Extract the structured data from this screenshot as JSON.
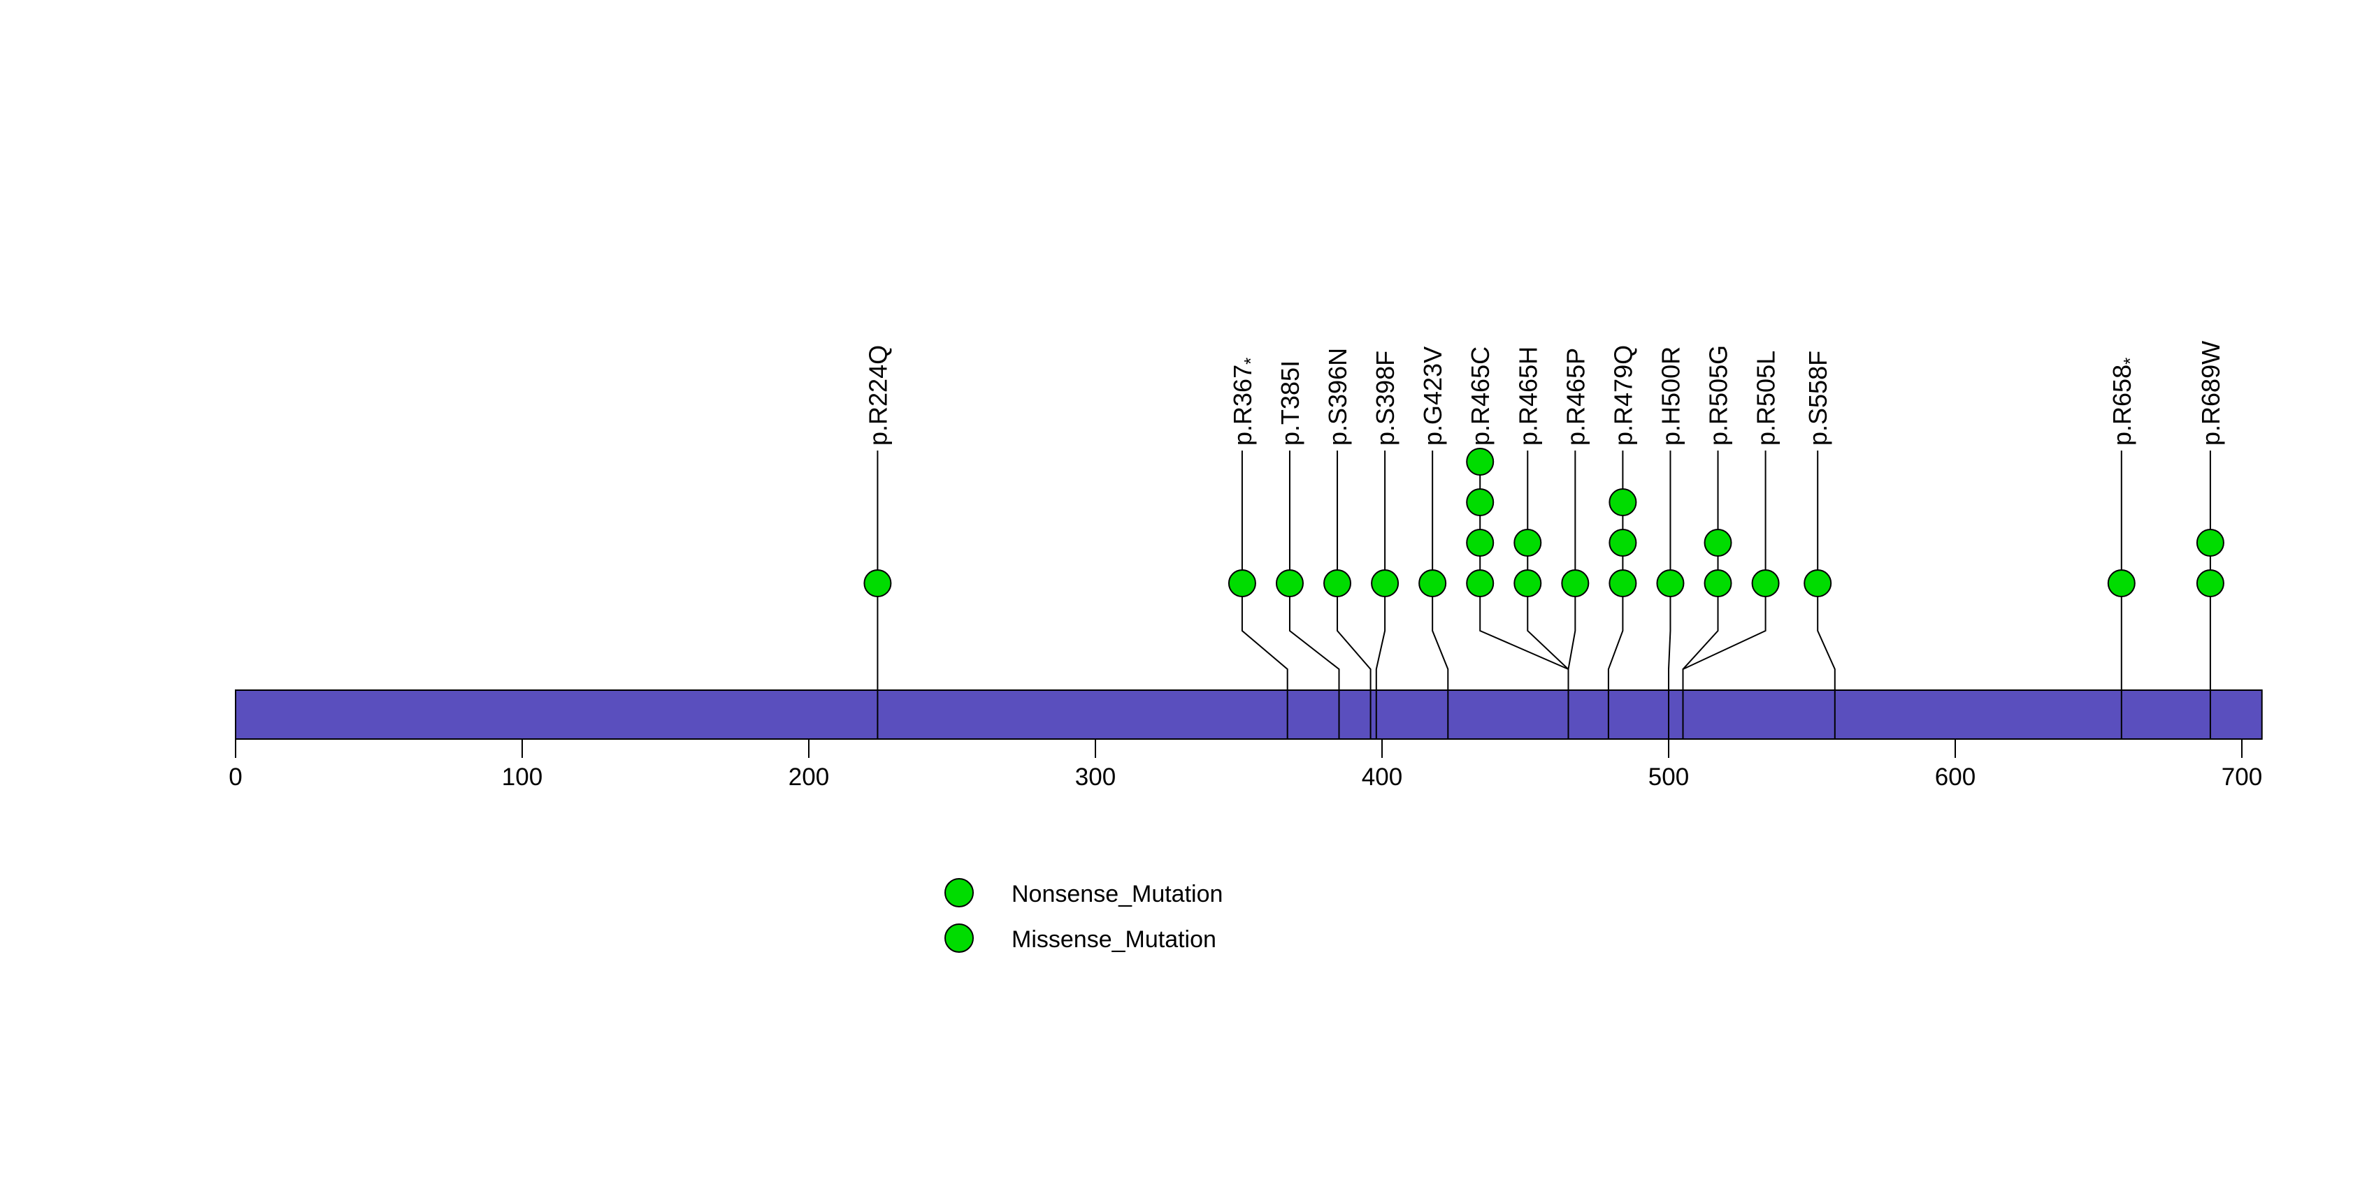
{
  "chart_data": {
    "type": "lollipop",
    "title": "",
    "xlabel": "",
    "ylabel": "",
    "grid": false,
    "background_color": "#FFFFFF",
    "line_color": "#000000",
    "point_color": "#00DC00",
    "point_stroke": "#000000",
    "xaxis": {
      "min": 0,
      "max": 707,
      "ticks": [
        0,
        100,
        200,
        300,
        400,
        500,
        600,
        700
      ]
    },
    "protein_bar": {
      "start": 0,
      "end": 707,
      "color": "#5A4FBE",
      "stroke": "#000000"
    },
    "mutations": [
      {
        "label": "p.R224Q",
        "main": "p.R224Q",
        "suffix": "",
        "position": 224,
        "label_anchor": 224.0,
        "count": 1,
        "mutation_type": "Missense_Mutation"
      },
      {
        "label": "p.R367*",
        "main": "p.R367",
        "suffix": "*",
        "position": 367,
        "label_anchor": 351.2,
        "count": 1,
        "mutation_type": "Nonsense_Mutation"
      },
      {
        "label": "p.T385I",
        "main": "p.T385I",
        "suffix": "",
        "position": 385,
        "label_anchor": 367.8,
        "count": 1,
        "mutation_type": "Missense_Mutation"
      },
      {
        "label": "p.S396N",
        "main": "p.S396N",
        "suffix": "",
        "position": 396,
        "label_anchor": 384.4,
        "count": 1,
        "mutation_type": "Missense_Mutation"
      },
      {
        "label": "p.S398F",
        "main": "p.S398F",
        "suffix": "",
        "position": 398,
        "label_anchor": 401.0,
        "count": 1,
        "mutation_type": "Missense_Mutation"
      },
      {
        "label": "p.G423V",
        "main": "p.G423V",
        "suffix": "",
        "position": 423,
        "label_anchor": 417.6,
        "count": 1,
        "mutation_type": "Missense_Mutation"
      },
      {
        "label": "p.R465C",
        "main": "p.R465C",
        "suffix": "",
        "position": 465,
        "label_anchor": 434.2,
        "count": 4,
        "mutation_type": "Missense_Mutation"
      },
      {
        "label": "p.R465H",
        "main": "p.R465H",
        "suffix": "",
        "position": 465,
        "label_anchor": 450.8,
        "count": 2,
        "mutation_type": "Missense_Mutation"
      },
      {
        "label": "p.R465P",
        "main": "p.R465P",
        "suffix": "",
        "position": 465,
        "label_anchor": 467.4,
        "count": 1,
        "mutation_type": "Missense_Mutation"
      },
      {
        "label": "p.R479Q",
        "main": "p.R479Q",
        "suffix": "",
        "position": 479,
        "label_anchor": 484.0,
        "count": 3,
        "mutation_type": "Missense_Mutation"
      },
      {
        "label": "p.H500R",
        "main": "p.H500R",
        "suffix": "",
        "position": 500,
        "label_anchor": 500.6,
        "count": 1,
        "mutation_type": "Missense_Mutation"
      },
      {
        "label": "p.R505G",
        "main": "p.R505G",
        "suffix": "",
        "position": 505,
        "label_anchor": 517.2,
        "count": 2,
        "mutation_type": "Missense_Mutation"
      },
      {
        "label": "p.R505L",
        "main": "p.R505L",
        "suffix": "",
        "position": 505,
        "label_anchor": 533.8,
        "count": 1,
        "mutation_type": "Missense_Mutation"
      },
      {
        "label": "p.S558F",
        "main": "p.S558F",
        "suffix": "",
        "position": 558,
        "label_anchor": 552.0,
        "count": 1,
        "mutation_type": "Missense_Mutation"
      },
      {
        "label": "p.R658*",
        "main": "p.R658",
        "suffix": "*",
        "position": 658,
        "label_anchor": 658.0,
        "count": 1,
        "mutation_type": "Nonsense_Mutation"
      },
      {
        "label": "p.R689W",
        "main": "p.R689W",
        "suffix": "",
        "position": 689,
        "label_anchor": 689.0,
        "count": 2,
        "mutation_type": "Missense_Mutation"
      }
    ],
    "legend": [
      {
        "label": "Nonsense_Mutation",
        "color": "#00DC00"
      },
      {
        "label": "Missense_Mutation",
        "color": "#00DC00"
      }
    ],
    "legend_position": "bottom-center-left"
  }
}
